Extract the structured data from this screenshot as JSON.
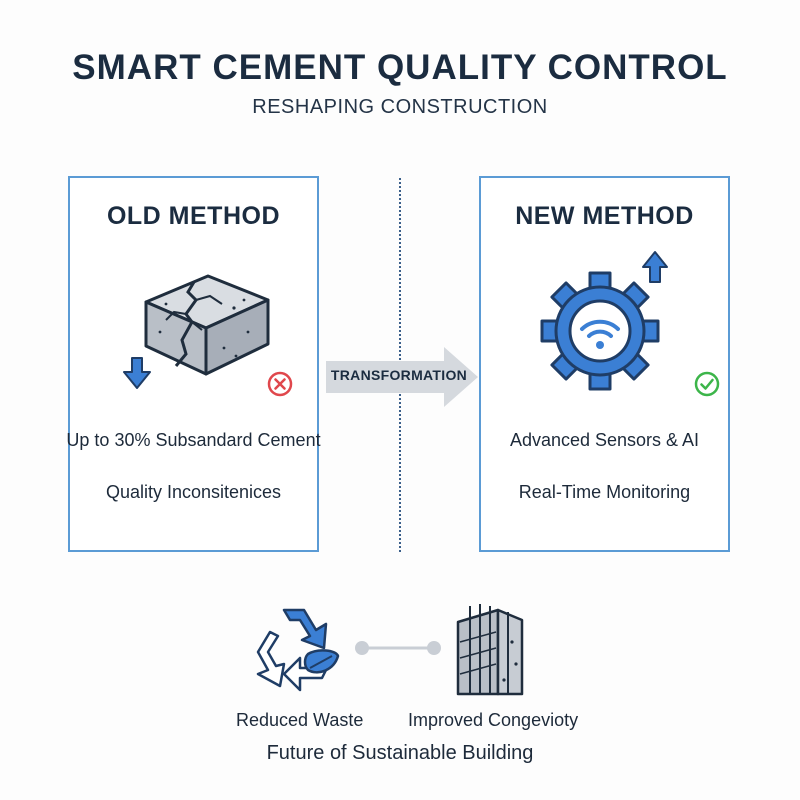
{
  "header": {
    "title": "SMART CEMENT QUALITY CONTROL",
    "subtitle": "RESHAPING CONSTRUCTION"
  },
  "old_method": {
    "heading": "OLD METHOD",
    "line1": "Up to 30% Subsandard Cement",
    "line2": "Quality Inconsitenices",
    "icons": [
      "cracked-concrete-block-icon",
      "down-arrow-icon",
      "x-circle-icon"
    ]
  },
  "transition": {
    "label": "TRANSFORMATION"
  },
  "new_method": {
    "heading": "NEW METHOD",
    "line1": "Advanced Sensors & AI",
    "line2": "Real-Time Monitoring",
    "icons": [
      "wifi-gear-icon",
      "up-arrow-icon",
      "check-circle-icon"
    ]
  },
  "benefits": {
    "left_label": "Reduced Waste",
    "right_label": "Improved Congevioty",
    "footer": "Future of Sustainable Building",
    "icons": [
      "recycle-leaf-icon",
      "reinforced-column-icon"
    ]
  },
  "colors": {
    "accent_blue": "#3b7fd4",
    "panel_border": "#5b9bd5",
    "error_red": "#e0474c",
    "success_green": "#3cb54a",
    "arrow_gray": "#d5d9de",
    "concrete_gray": "#c7ccd3"
  }
}
